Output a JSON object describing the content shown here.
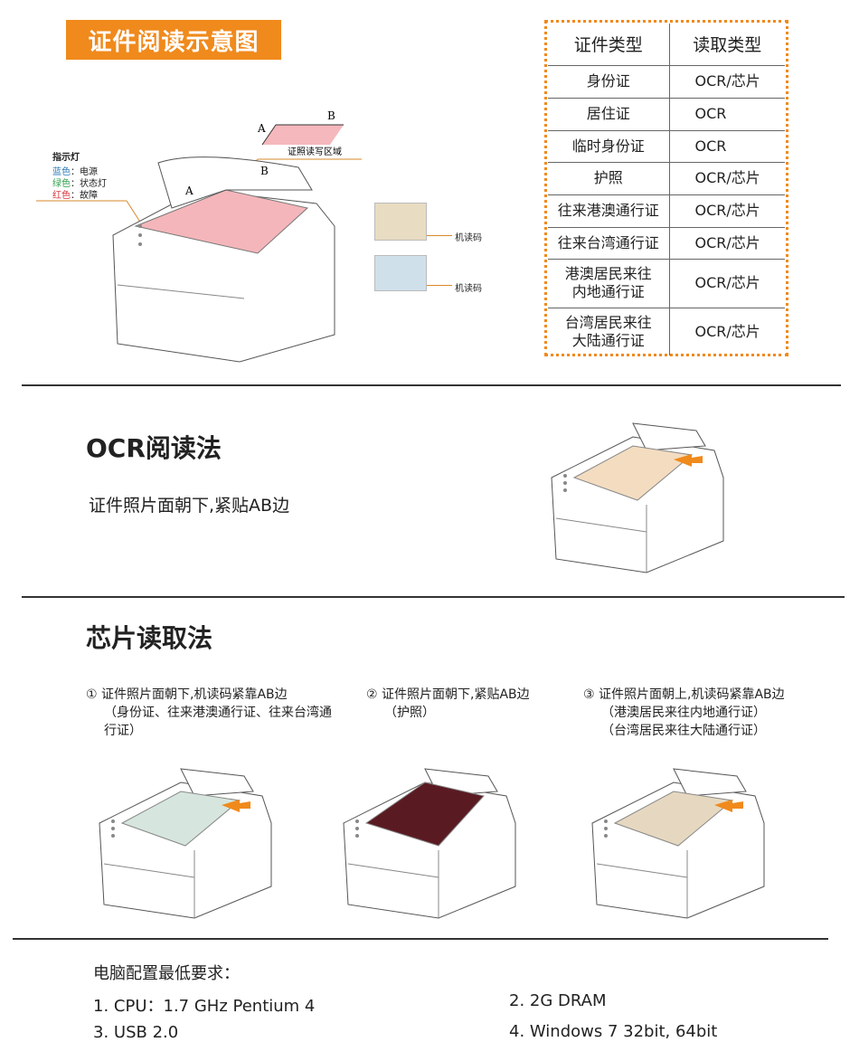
{
  "title": "证件阅读示意图",
  "indicator": {
    "title": "指示灯",
    "items": [
      {
        "color": "蓝色",
        "meaning": "电源",
        "hex": "#2a7ab8"
      },
      {
        "color": "绿色",
        "meaning": "状态灯",
        "hex": "#2e9e4a"
      },
      {
        "color": "红色",
        "meaning": "故障",
        "hex": "#d9333a"
      }
    ]
  },
  "diagram": {
    "edge_a": "A",
    "edge_b": "B",
    "area_label": "证照读写区域",
    "mrz_label_1": "机读码",
    "mrz_label_2": "机读码"
  },
  "table": {
    "headers": [
      "证件类型",
      "读取类型"
    ],
    "rows": [
      [
        "身份证",
        "OCR/芯片"
      ],
      [
        "居住证",
        "OCR"
      ],
      [
        "临时身份证",
        "OCR"
      ],
      [
        "护照",
        "OCR/芯片"
      ],
      [
        "往来港澳通行证",
        "OCR/芯片"
      ],
      [
        "往来台湾通行证",
        "OCR/芯片"
      ],
      [
        "港澳居民来往内地通行证",
        "OCR/芯片"
      ],
      [
        "台湾居民来往大陆通行证",
        "OCR/芯片"
      ]
    ]
  },
  "ocr": {
    "title": "OCR阅读法",
    "desc": "证件照片面朝下,紧贴AB边"
  },
  "chip": {
    "title": "芯片读取法",
    "steps": [
      {
        "num": "①",
        "text": "证件照片面朝下,机读码紧靠AB边",
        "note": "（身份证、往来港澳通行证、往来台湾通行证）"
      },
      {
        "num": "②",
        "text": "证件照片面朝下,紧贴AB边",
        "note": "（护照）"
      },
      {
        "num": "③",
        "text": "证件照片面朝上,机读码紧靠AB边",
        "note": "（港澳居民来往内地通行证）\n（台湾居民来往大陆通行证）"
      }
    ]
  },
  "requirements": {
    "title": "电脑配置最低要求：",
    "items": [
      "1. CPU：1.7 GHz Pentium 4",
      "2. 2G DRAM",
      "3.  USB 2.0",
      "4.  Windows 7 32bit, 64bit"
    ]
  },
  "accent": "#f08a1c"
}
